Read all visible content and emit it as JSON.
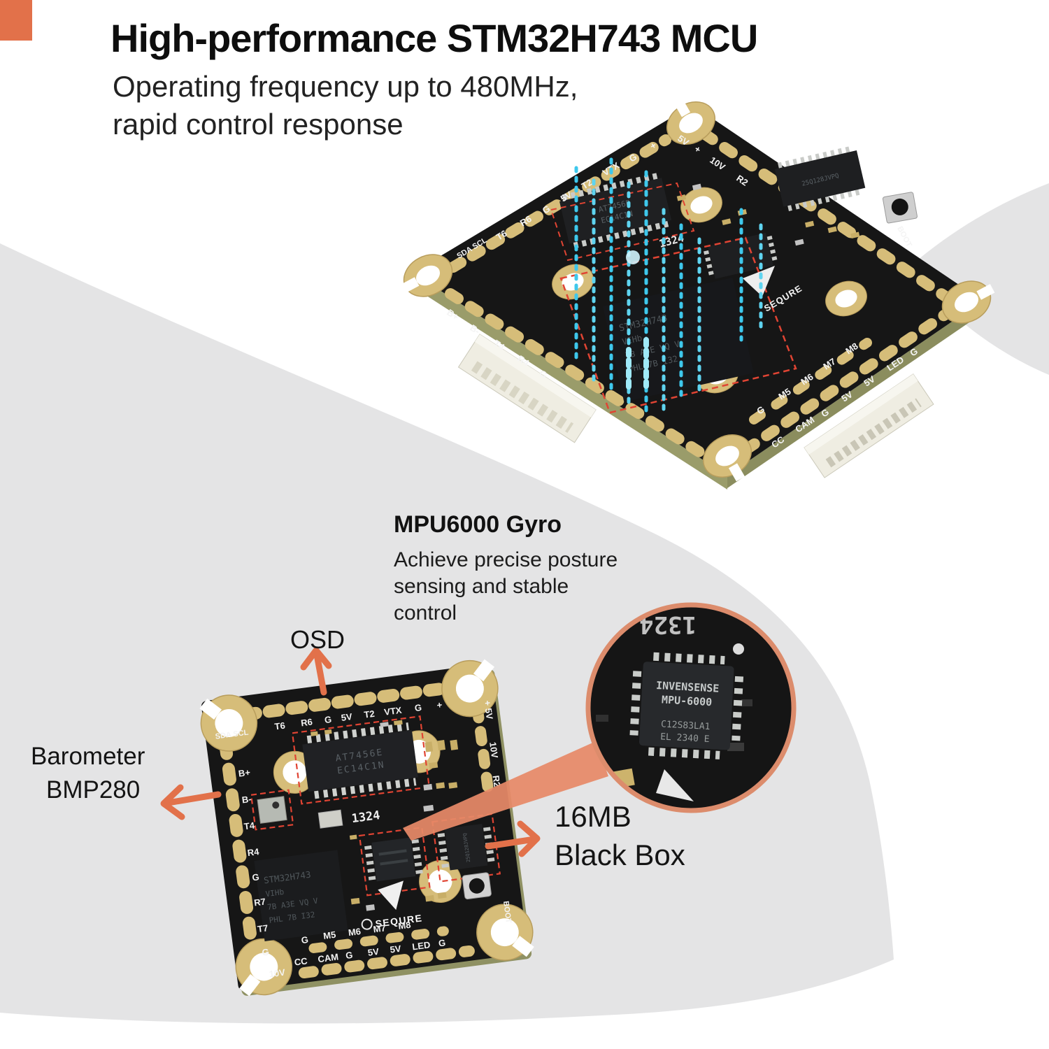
{
  "meta": {
    "bg_color": "#ffffff",
    "panel_gray": "#e4e4e5",
    "accent_orange": "#e2714a",
    "board_black": "#161616",
    "pad_gold": "#d6bd79",
    "beam_cyan": "#3ec8ec",
    "dash_red": "#e04433",
    "magnifier_ring": "#dc8c6c"
  },
  "header": {
    "title": "High-performance STM32H743 MCU",
    "subtitle_line1": "Operating frequency up to 480MHz,",
    "subtitle_line2": "rapid control response"
  },
  "gyro": {
    "title": "MPU6000 Gyro",
    "desc_line1": "Achieve precise posture",
    "desc_line2": "sensing and stable",
    "desc_line3": "control"
  },
  "callouts": {
    "osd": "OSD",
    "barometer_line1": "Barometer",
    "barometer_line2": "BMP280",
    "blackbox_line1": "16MB",
    "blackbox_line2": "Black Box"
  },
  "magnifier": {
    "chip_brand": "INVENSENSE",
    "chip_model": "MPU-6000",
    "chip_code1": "C12S83LA1",
    "chip_code2": "EL 2340 E",
    "silkscreen": "1324"
  },
  "top_board": {
    "edge_top_left": [
      "SDA SCL",
      "T6",
      "R6",
      "G",
      "5V",
      "T2",
      "VTX",
      "G",
      "+"
    ],
    "edge_bottom_left": [
      "B+",
      "B-",
      "T4",
      "R4",
      "G"
    ],
    "edge_top_right": [
      "5V",
      "+",
      "10V",
      "R2"
    ],
    "edge_bottom_right_outer": [
      "CC",
      "CAM",
      "G",
      "5V",
      "5V",
      "LED",
      "G"
    ],
    "edge_bottom_right_inner": [
      "G",
      "M5",
      "M6",
      "M7",
      "M8"
    ],
    "boot": "BOOT",
    "brand": "SEQURE",
    "osd_chip_line1": "AT7456E",
    "osd_chip_line2": "EC14C1N",
    "flash_chip": "25Q128JVPQ",
    "crystal": "1324",
    "mcu_line1": "STM32H743",
    "mcu_line2": "VIHb",
    "mcu_line3": "7B A3E VQ V",
    "mcu_line4": "PHL 7B I32"
  },
  "bottom_board": {
    "edge_top": [
      "SDA SCL",
      "T6",
      "R6",
      "G",
      "5V",
      "T2",
      "VTX",
      "G",
      "+"
    ],
    "edge_left": [
      "B+",
      "B-",
      "T4",
      "R4",
      "G",
      "R7",
      "T7",
      "G",
      "10V"
    ],
    "edge_right": [
      "+ 5V",
      "10V",
      "R2"
    ],
    "edge_bottom_inner": [
      "G",
      "M5",
      "M6",
      "M7",
      "M8"
    ],
    "edge_bottom_outer": [
      "CC",
      "CAM",
      "G",
      "5V",
      "5V",
      "LED",
      "G"
    ],
    "boot": "BOOT",
    "brand": "SEQURE",
    "osd_chip_line1": "AT7456E",
    "osd_chip_line2": "EC14C1N",
    "crystal": "1324",
    "mcu_line1": "STM32H743",
    "mcu_line2": "VIHb",
    "mcu_line3": "7B A3E VQ V",
    "mcu_line4": "PHL 7B I32",
    "flash_chip": "25Q128JVPQ"
  }
}
